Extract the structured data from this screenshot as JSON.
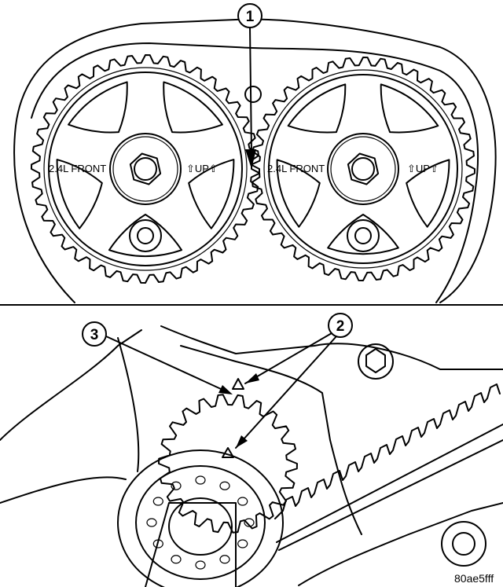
{
  "figure": {
    "callouts": [
      "1",
      "2",
      "3"
    ],
    "left_sprocket": {
      "front_label": "2.4L FRONT",
      "up_label": "⇧UP⇧"
    },
    "right_sprocket": {
      "front_label": "2.4L FRONT",
      "up_label": "⇧UP⇧"
    },
    "figure_code": "80ae5fff"
  }
}
